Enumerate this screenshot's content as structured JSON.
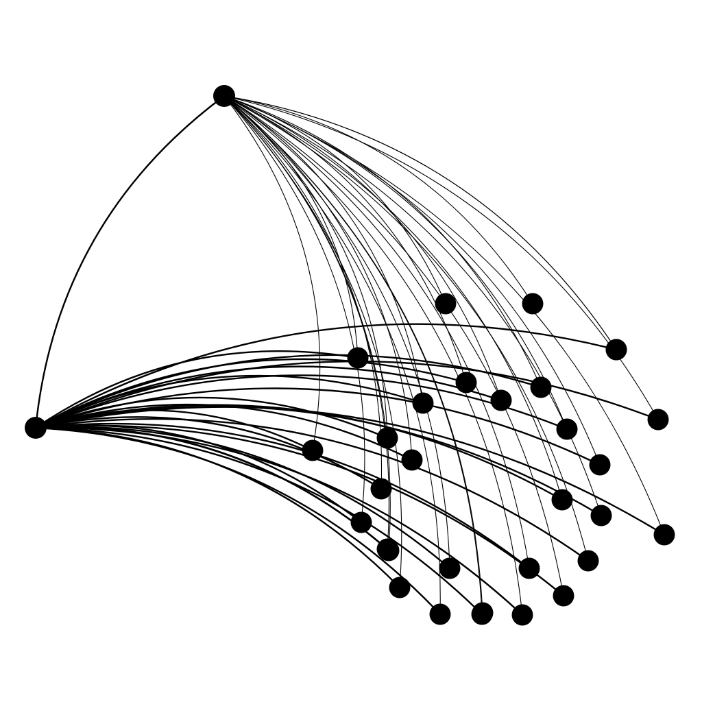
{
  "diagram": {
    "type": "network-graph",
    "background": "#ffffff",
    "stroke_color": "#000000",
    "node_color": "#000000",
    "hubs": [
      "hub-a",
      "hub-b"
    ],
    "nodes": [
      {
        "id": "hub-a"
      },
      {
        "id": "hub-b"
      },
      {
        "id": "n1"
      },
      {
        "id": "n2"
      },
      {
        "id": "n3"
      },
      {
        "id": "n4"
      },
      {
        "id": "n5"
      },
      {
        "id": "n6"
      },
      {
        "id": "n7"
      },
      {
        "id": "n8"
      },
      {
        "id": "n9"
      },
      {
        "id": "n10"
      },
      {
        "id": "n11"
      },
      {
        "id": "n12"
      },
      {
        "id": "n13"
      },
      {
        "id": "n14"
      },
      {
        "id": "n15"
      },
      {
        "id": "n16"
      },
      {
        "id": "n17"
      },
      {
        "id": "n18"
      },
      {
        "id": "n19"
      },
      {
        "id": "n20"
      },
      {
        "id": "n21"
      },
      {
        "id": "n22"
      },
      {
        "id": "n23"
      },
      {
        "id": "n24"
      },
      {
        "id": "n25"
      },
      {
        "id": "n26"
      },
      {
        "id": "n27"
      },
      {
        "id": "n28"
      },
      {
        "id": "n29"
      },
      {
        "id": "n30"
      },
      {
        "id": "n31"
      }
    ],
    "edges_from_hub_a": [
      "hub-b",
      "n1",
      "n2",
      "n3",
      "n4",
      "n5",
      "n6",
      "n7",
      "n8",
      "n9",
      "n10",
      "n11",
      "n12",
      "n13",
      "n14",
      "n15",
      "n16",
      "n17",
      "n18",
      "n19",
      "n20",
      "n21",
      "n22",
      "n23",
      "n24",
      "n25",
      "n26",
      "n27",
      "n28",
      "n29",
      "n30",
      "n31"
    ],
    "edges_from_hub_b": [
      "n3",
      "n4",
      "n5",
      "n6",
      "n7",
      "n8",
      "n9",
      "n10",
      "n11",
      "n12",
      "n13",
      "n14",
      "n15",
      "n16",
      "n17",
      "n18",
      "n19",
      "n20",
      "n21",
      "n22",
      "n23",
      "n24",
      "n25",
      "n26",
      "n27",
      "n28",
      "n29"
    ]
  }
}
